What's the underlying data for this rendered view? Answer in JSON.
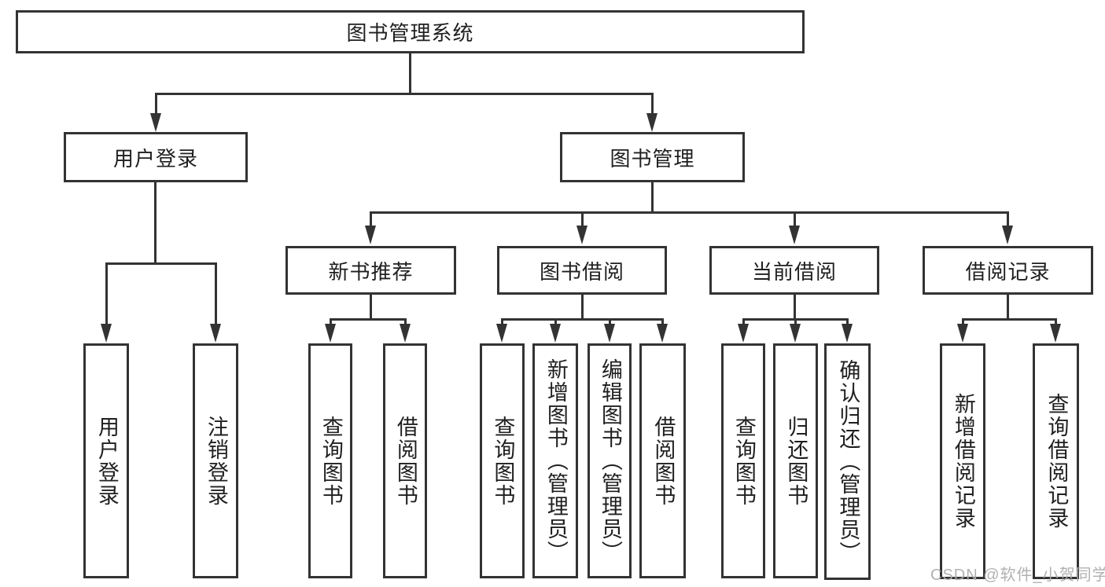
{
  "diagram": {
    "type": "hierarchy-tree",
    "title": "图书管理系统"
  },
  "nodes": {
    "root": {
      "label": "图书管理系统"
    },
    "user_login": {
      "label": "用户登录"
    },
    "book_mgmt": {
      "label": "图书管理"
    },
    "leaf_user_login": {
      "label": "用户登录"
    },
    "leaf_logout": {
      "label": "注销登录"
    },
    "new_book_rec": {
      "label": "新书推荐"
    },
    "book_borrow": {
      "label": "图书借阅"
    },
    "current_borrow": {
      "label": "当前借阅"
    },
    "borrow_records": {
      "label": "借阅记录"
    },
    "nbr_query": {
      "label": "查询图书"
    },
    "nbr_borrow": {
      "label": "借阅图书"
    },
    "bb_query": {
      "label": "查询图书"
    },
    "bb_add": {
      "label": "新增图书（管理员）"
    },
    "bb_edit": {
      "label": "编辑图书（管理员）"
    },
    "bb_borrow": {
      "label": "借阅图书"
    },
    "cb_query": {
      "label": "查询图书"
    },
    "cb_return": {
      "label": "归还图书"
    },
    "cb_confirm": {
      "label": "确认归还（管理员）"
    },
    "br_add": {
      "label": "新增借阅记录"
    },
    "br_query": {
      "label": "查询借阅记录"
    }
  },
  "edges": [
    [
      "root",
      "user_login"
    ],
    [
      "root",
      "book_mgmt"
    ],
    [
      "user_login",
      "leaf_user_login"
    ],
    [
      "user_login",
      "leaf_logout"
    ],
    [
      "book_mgmt",
      "new_book_rec"
    ],
    [
      "book_mgmt",
      "book_borrow"
    ],
    [
      "book_mgmt",
      "current_borrow"
    ],
    [
      "book_mgmt",
      "borrow_records"
    ],
    [
      "new_book_rec",
      "nbr_query"
    ],
    [
      "new_book_rec",
      "nbr_borrow"
    ],
    [
      "book_borrow",
      "bb_query"
    ],
    [
      "book_borrow",
      "bb_add"
    ],
    [
      "book_borrow",
      "bb_edit"
    ],
    [
      "book_borrow",
      "bb_borrow"
    ],
    [
      "current_borrow",
      "cb_query"
    ],
    [
      "current_borrow",
      "cb_return"
    ],
    [
      "current_borrow",
      "cb_confirm"
    ],
    [
      "borrow_records",
      "br_add"
    ],
    [
      "borrow_records",
      "br_query"
    ]
  ],
  "watermark": {
    "text": "CSDN @软件_小贺同学"
  },
  "colors": {
    "line": "#333333",
    "text": "#1f1f1f",
    "background": "#ffffff",
    "watermark": "#adadad"
  }
}
